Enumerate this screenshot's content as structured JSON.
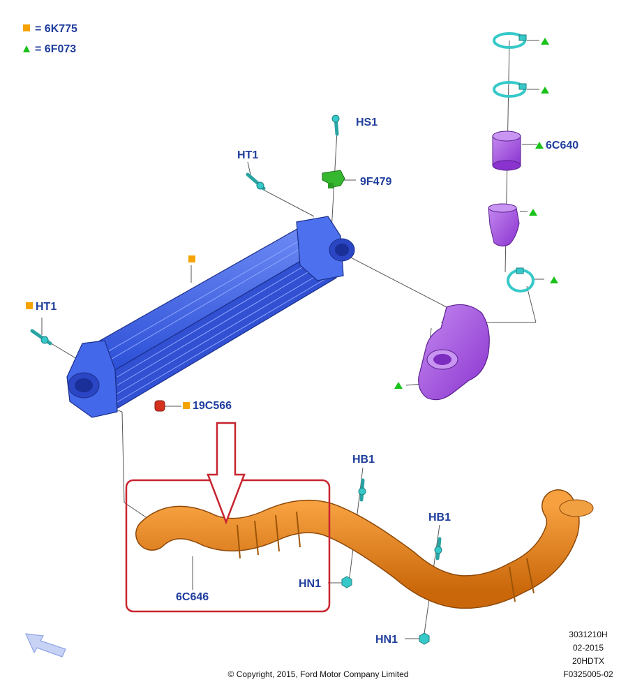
{
  "legend": {
    "square_code": "6K775",
    "triangle_code": "6F073",
    "equals": "="
  },
  "labels": {
    "hs1": "HS1",
    "ht1_top": "HT1",
    "ht1_left": "HT1",
    "sensor": "9F479",
    "intercooler_bracket": "19C566",
    "duct": "6C640",
    "hose": "6C646",
    "hb1_a": "HB1",
    "hb1_b": "HB1",
    "hn1_a": "HN1",
    "hn1_b": "HN1"
  },
  "footer": {
    "ref": "3031210H",
    "date": "02-2015",
    "engine": "20HDTX",
    "figure": "F0325005-02",
    "copyright": "© Copyright, 2015, Ford Motor Company Limited"
  },
  "colors": {
    "label": "#1f3d9c",
    "square_marker": "#f5a300",
    "triangle_marker": "#19c219",
    "intercooler": "#3f63e6",
    "purple_parts": "#a64ee0",
    "clamps": "#37c9c9",
    "hose": "#e08012",
    "sensor": "#35b82f",
    "bracket": "#d4321e",
    "highlight_box": "#c8242e",
    "arrow": "#c8242e",
    "nav_arrow": "#8ea3e6"
  },
  "icons": [
    "square-marker",
    "triangle-marker",
    "down-arrow",
    "back-arrow-icon"
  ]
}
